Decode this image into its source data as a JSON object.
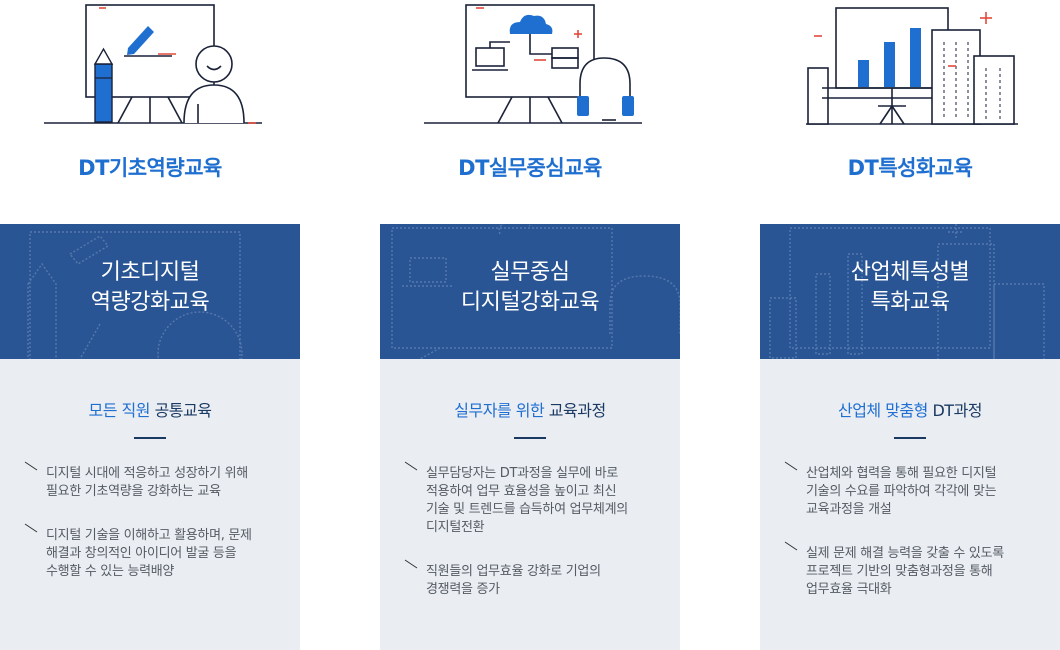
{
  "columns": [
    {
      "title": "DT기초역량교육",
      "banner": [
        "기초디지털",
        "역량강화교육"
      ],
      "subtitle_accent": "모든 직원",
      "subtitle_rest": "공통교육",
      "items": [
        [
          "디지털 시대에 적응하고 성장하기 위해",
          "필요한 기초역량을 강화하는 교육"
        ],
        [
          "디지털 기술을 이해하고 활용하며, 문제",
          "해결과 창의적인 아이디어 발굴 등을",
          "수행할 수 있는 능력배양"
        ]
      ]
    },
    {
      "title": "DT실무중심교육",
      "banner": [
        "실무중심",
        "디지털강화교육"
      ],
      "subtitle_accent": "실무자를 위한",
      "subtitle_rest": "교육과정",
      "items": [
        [
          "실무담당자는 DT과정을 실무에 바로",
          "적용하여 업무 효율성을 높이고 최신",
          "기술 및 트렌드를 습득하여 업무체계의",
          "디지털전환"
        ],
        [
          "직원들의 업무효율 강화로 기업의",
          "경쟁력을 증가"
        ]
      ]
    },
    {
      "title": "DT특성화교육",
      "banner": [
        "산업체특성별",
        "특화교육"
      ],
      "subtitle_accent": "산업체 맞춤형",
      "subtitle_rest": "DT과정",
      "items": [
        [
          "산업체와 협력을 통해 필요한 디지털",
          "기술의 수요를 파악하여 각각에 맞는",
          "교육과정을 개설"
        ],
        [
          "실제 문제 해결 능력을 갖출 수 있도록",
          "프로젝트 기반의 맞춤형과정을 통해",
          "업무효율 극대화"
        ]
      ]
    }
  ],
  "icons": [
    "teacher-board-icon",
    "remote-work-icon",
    "industry-chart-icon"
  ],
  "colors": {
    "accent": "#1f6fd1",
    "navy": "#2a5594",
    "panel": "#eaeef3",
    "text": "#555b63"
  }
}
